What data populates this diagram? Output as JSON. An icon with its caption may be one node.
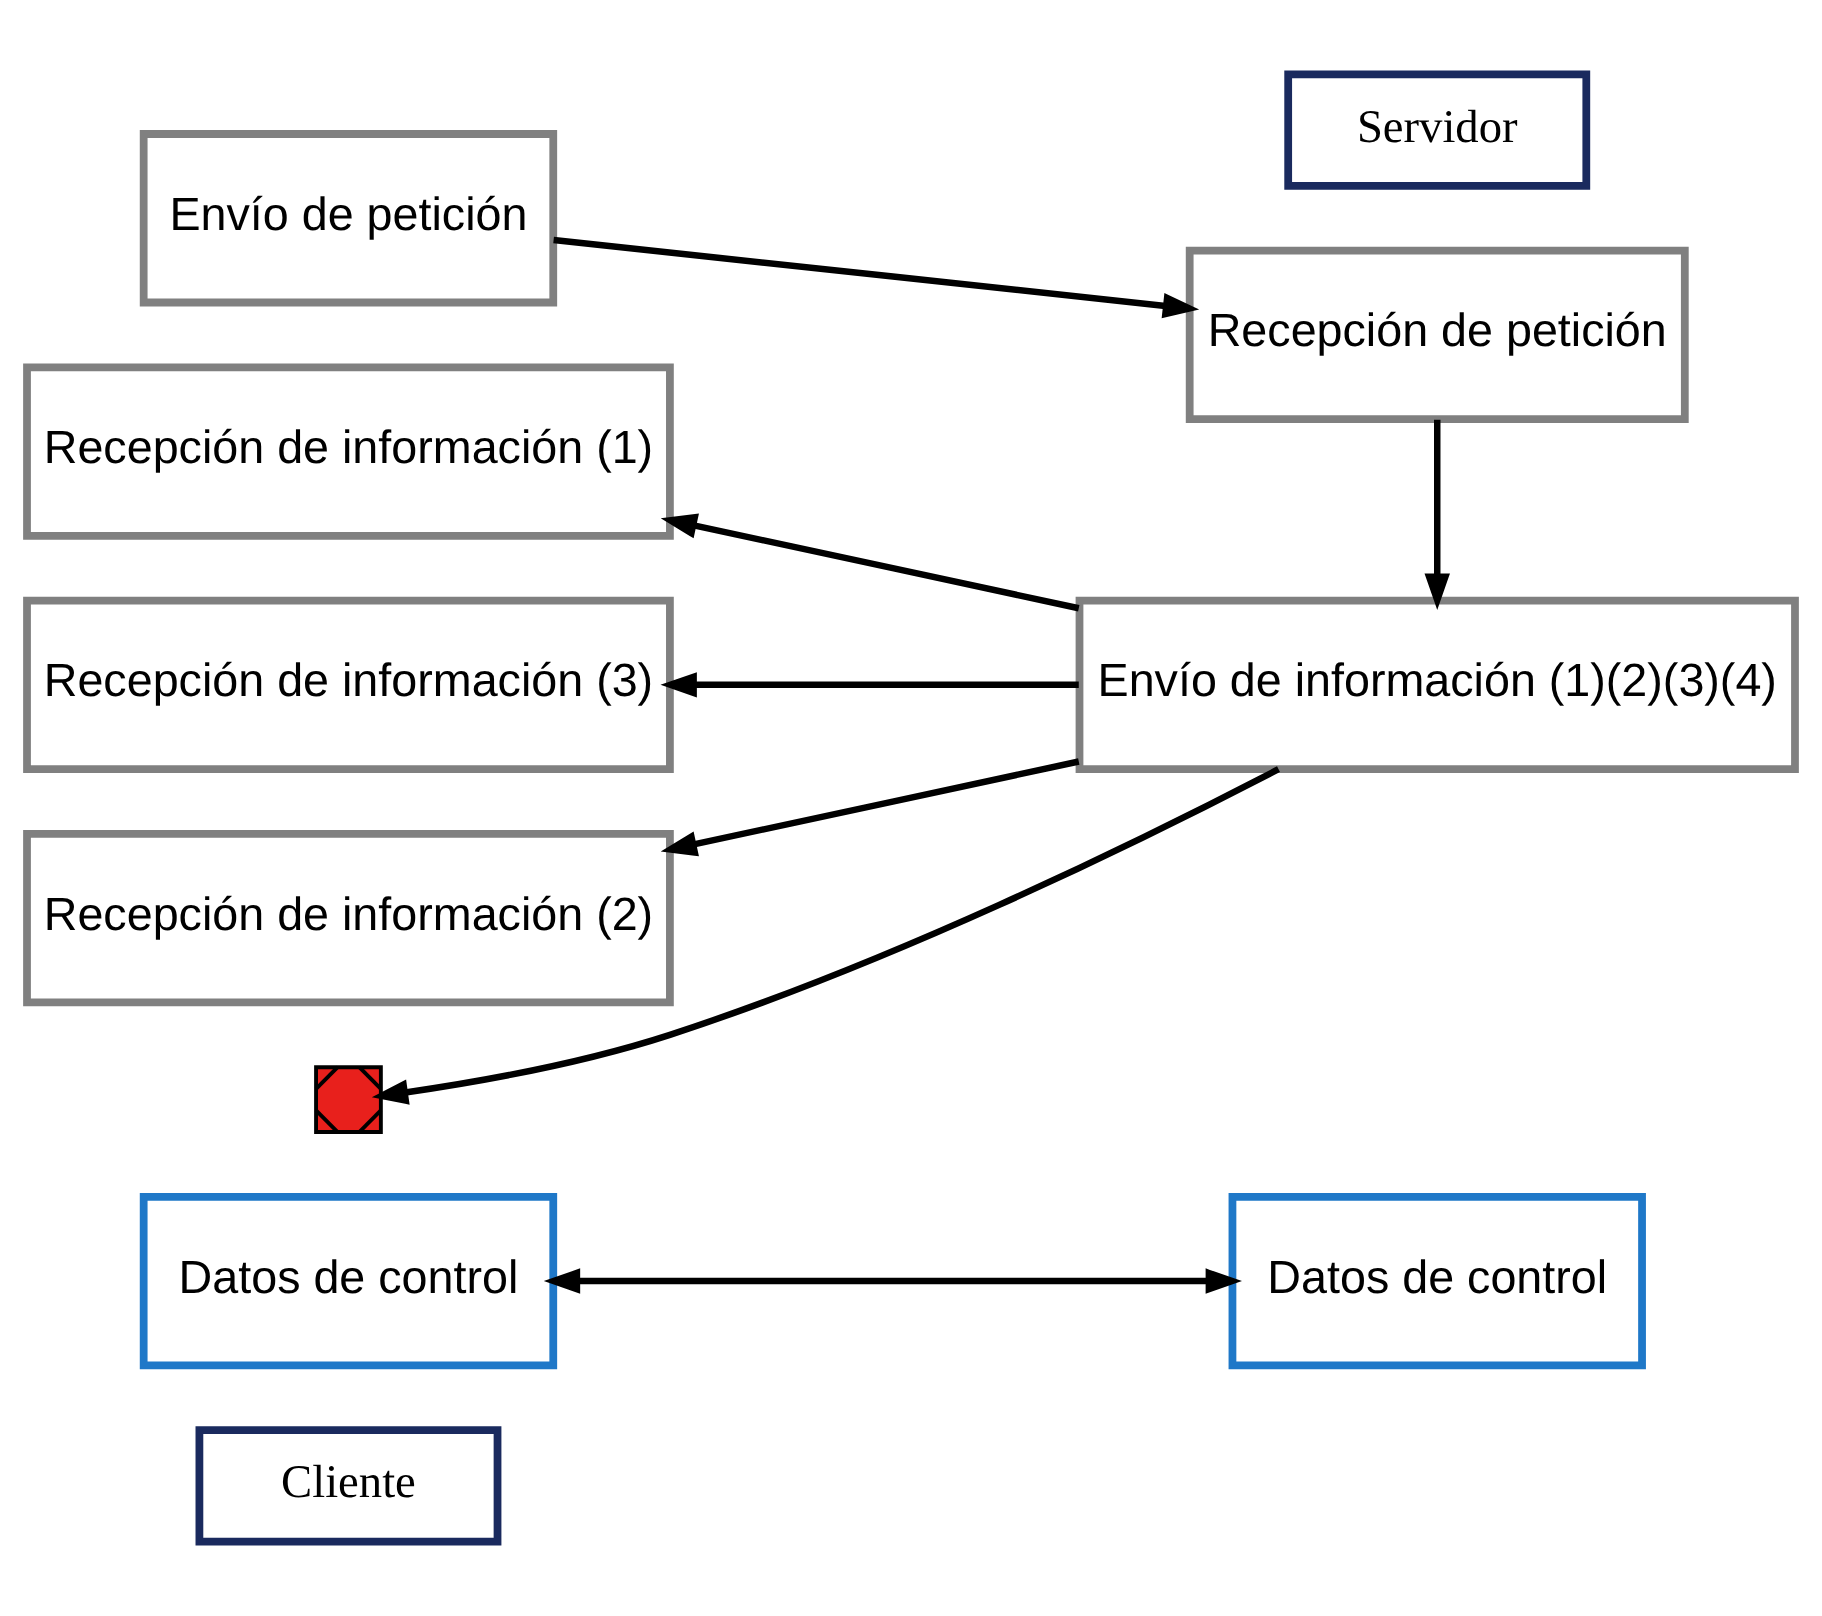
{
  "diagram": {
    "nodes": [
      {
        "text": [
          "Cliente"
        ]
      },
      {
        "text": [
          "Servidor"
        ]
      },
      {
        "text": [
          "Datos de control"
        ]
      },
      {
        "text": [
          "Datos de control"
        ]
      },
      {
        "text": [
          "Envío de petición"
        ]
      },
      {
        "text": [
          "Recepción de petición"
        ]
      },
      {
        "text": [
          "Recepción de información (1)"
        ]
      },
      {
        "text": [
          "Envío de información (1)(2)(3)(4)"
        ]
      },
      {
        "text": [
          "Recepción de información (3)"
        ]
      },
      {
        "text": [
          "Recepción de información (2)"
        ]
      },
      {
        "text": [],
        "shape": "cross"
      }
    ],
    "edges": [
      {
        "from": 2,
        "to": 3,
        "arrow": "both"
      },
      {
        "from": 4,
        "to": 5,
        "arrow": "to"
      },
      {
        "from": 5,
        "to": 7,
        "arrow": "to"
      },
      {
        "from": 7,
        "to": 6,
        "arrow": "to"
      },
      {
        "from": 7,
        "to": 8,
        "arrow": "to"
      },
      {
        "from": 7,
        "to": 9,
        "arrow": "to"
      },
      {
        "from": 7,
        "to": 10,
        "arrow": "to"
      }
    ]
  }
}
